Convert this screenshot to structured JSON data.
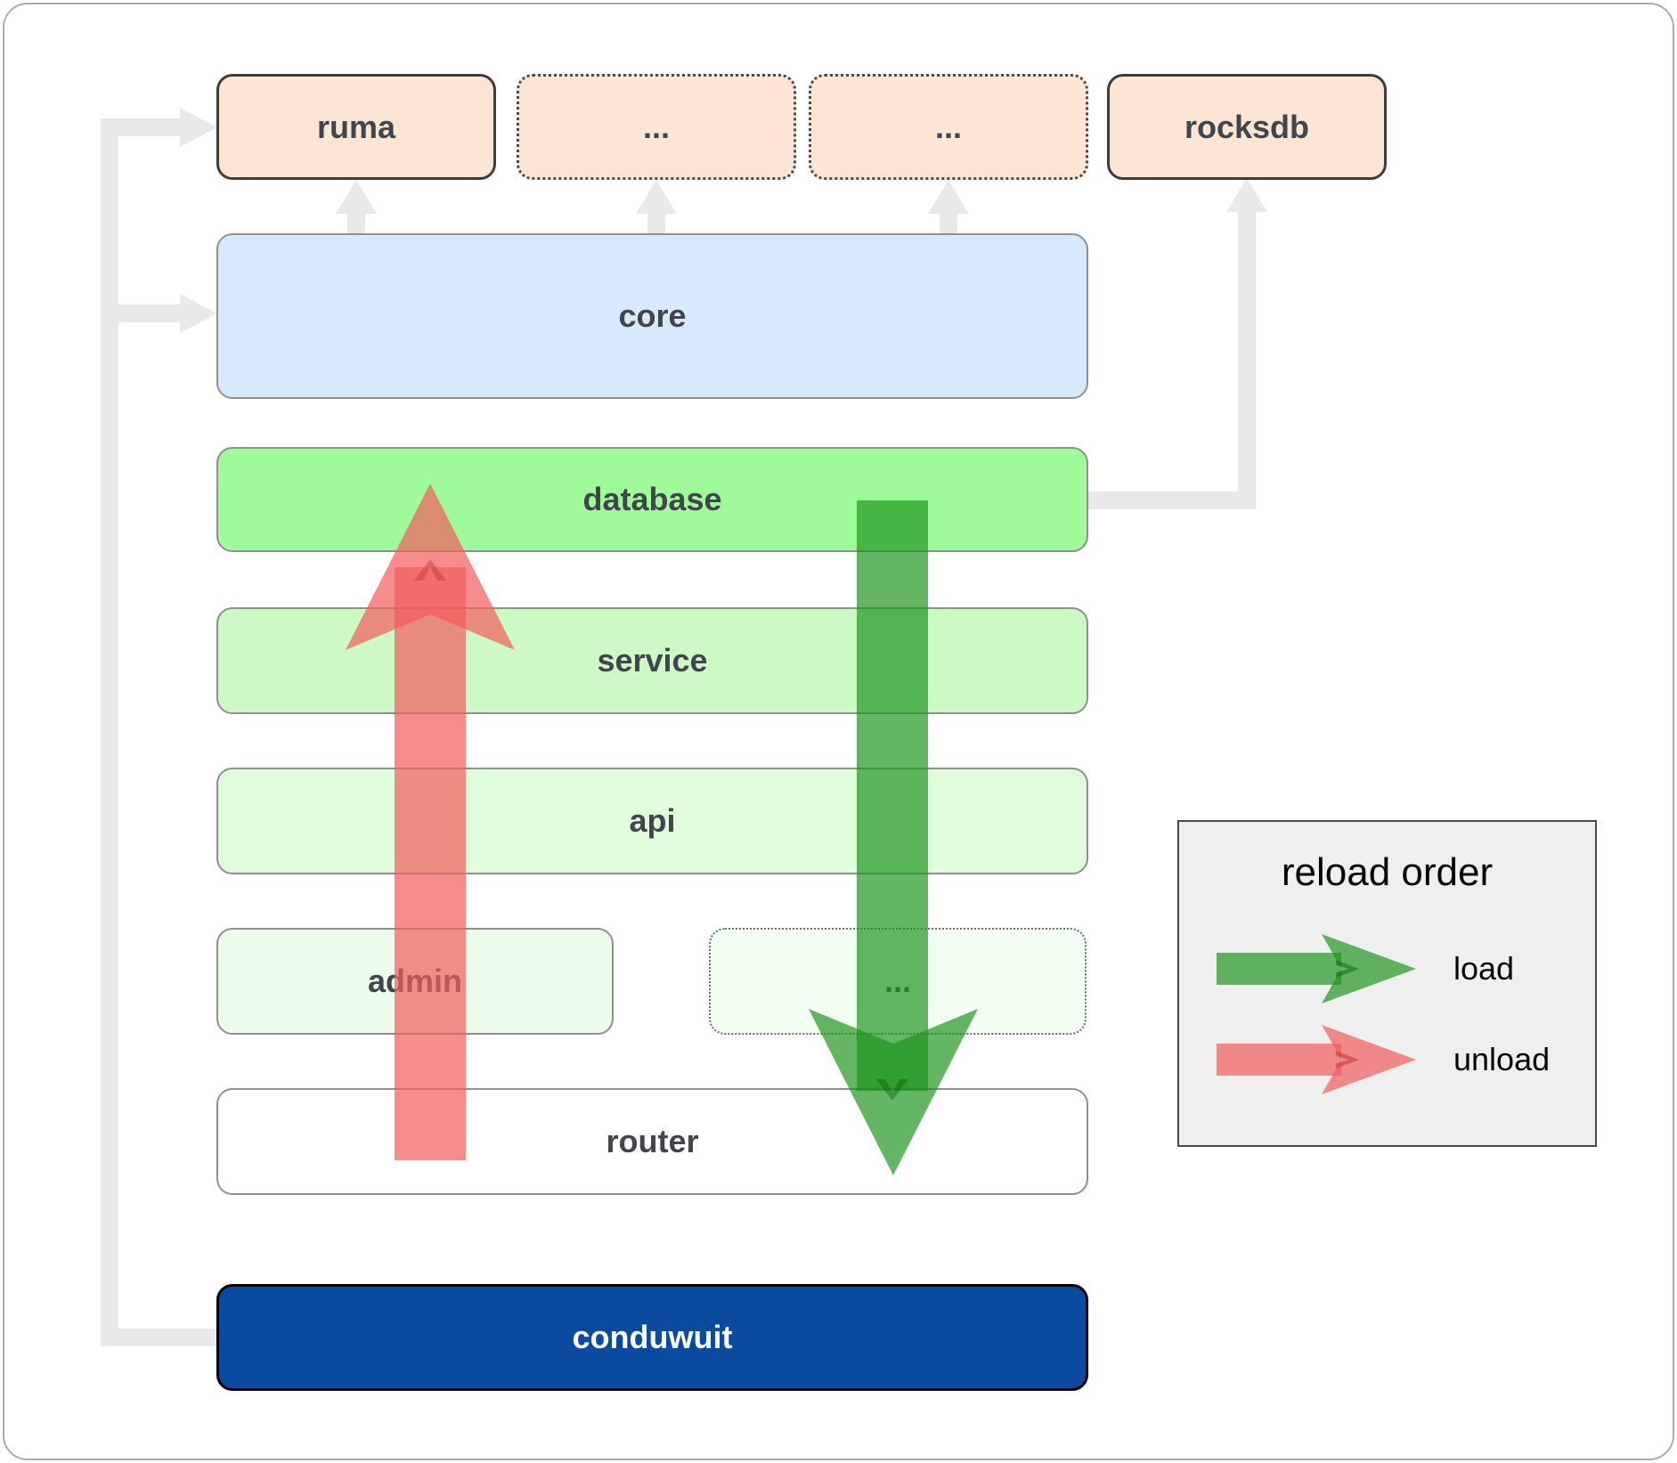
{
  "boxes": {
    "ruma": "ruma",
    "ellipsis_top_1": "...",
    "ellipsis_top_2": "...",
    "rocksdb": "rocksdb",
    "core": "core",
    "database": "database",
    "service": "service",
    "api": "api",
    "admin": "admin",
    "ellipsis_admin": "...",
    "router": "router",
    "conduwuit": "conduwuit"
  },
  "legend": {
    "title": "reload order",
    "load_label": "load",
    "unload_label": "unload"
  },
  "colors": {
    "module_peach": "#fde5d3",
    "core_blue": "#d7eafc",
    "database_green": "#9ffb99",
    "service_green": "#ccf9c6",
    "api_green": "#dffcdb",
    "admin_green": "#ebfdea",
    "ellipsis_admin_green": "#f1fef1",
    "router_white": "#ffffff",
    "conduwuit_navy": "#0b4b9f",
    "legend_bg": "#efefef",
    "connector_gray": "#e9e9e9",
    "load_arrow_green": "rgba(26,148,26,0.68)",
    "unload_arrow_red": "rgba(242,92,92,0.70)"
  }
}
